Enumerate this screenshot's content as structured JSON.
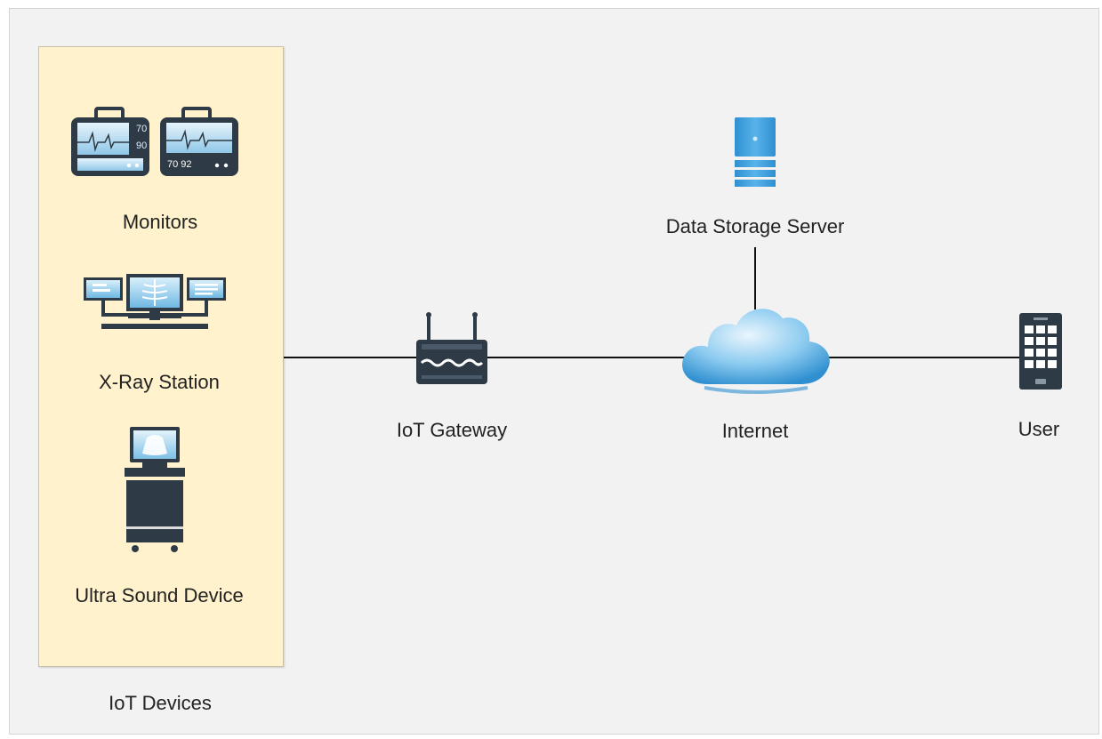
{
  "diagram": {
    "group": {
      "label": "IoT Devices",
      "devices": [
        {
          "label": "Monitors",
          "icon": "patient-monitor-icon",
          "monitor_a_readings": [
            "70",
            "90"
          ],
          "monitor_b_readings": "70 92"
        },
        {
          "label": "X-Ray Station",
          "icon": "xray-workstation-icon"
        },
        {
          "label": "Ultra Sound Device",
          "icon": "ultrasound-cart-icon"
        }
      ]
    },
    "nodes": {
      "gateway": {
        "label": "IoT Gateway",
        "icon": "router-icon"
      },
      "server": {
        "label": "Data Storage Server",
        "icon": "server-icon"
      },
      "internet": {
        "label": "Internet",
        "icon": "cloud-icon"
      },
      "user": {
        "label": "User",
        "icon": "smartphone-icon"
      }
    },
    "connections": [
      [
        "IoT Devices",
        "IoT Gateway"
      ],
      [
        "IoT Gateway",
        "Internet"
      ],
      [
        "Internet",
        "Data Storage Server"
      ],
      [
        "Internet",
        "User"
      ]
    ],
    "colors": {
      "background": "#f2f2f2",
      "group_fill": "#fff2cc",
      "device_dark": "#2e3a46",
      "accent_blue": "#3a9ad9",
      "cloud_blue": "#4aa6e0"
    }
  }
}
